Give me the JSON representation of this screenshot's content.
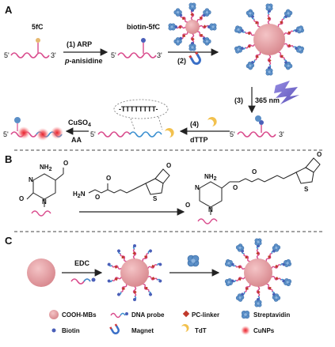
{
  "panels": {
    "a": "A",
    "b": "B",
    "c": "C"
  },
  "panel_a": {
    "start_label": "5fC",
    "biotin_label": "biotin-5fC",
    "end5": "5'",
    "end3": "3'",
    "step1_label": "(1) ARP",
    "step1_reagent_prefix": "p",
    "step1_reagent_suffix": "-anisidine",
    "step2_label": "(2)",
    "step3_label": "(3)",
    "step3_wavelength": "365 nm",
    "step4_label": "(4)",
    "step4_reagent": "dTTP",
    "poly_t": "-TTTTTTTT-",
    "step5_reagent_top": "CuSO",
    "step5_reagent_sub": "4",
    "step5_reagent_bottom": "AA"
  },
  "panel_b": {
    "atoms": {
      "n": "N",
      "nh2": "NH",
      "nh2_sub": "2",
      "o": "O",
      "h": "H",
      "s": "S",
      "h2n": "H",
      "h2n_sub": "2",
      "h2n_n": "N"
    }
  },
  "panel_c": {
    "edc_label": "EDC"
  },
  "legend": {
    "items": [
      {
        "key": "cooh_mbs",
        "label": "COOH-MBs"
      },
      {
        "key": "dna_probe",
        "label": "DNA probe"
      },
      {
        "key": "pc_linker",
        "label": "PC-linker"
      },
      {
        "key": "streptavidin",
        "label": "Streptavidin"
      },
      {
        "key": "biotin",
        "label": "Biotin"
      },
      {
        "key": "magnet",
        "label": "Magnet"
      },
      {
        "key": "tdt",
        "label": "TdT"
      },
      {
        "key": "cunps",
        "label": "CuNPs"
      }
    ]
  },
  "colors": {
    "bead": "#e8a2a6",
    "bead_dark": "#d98a90",
    "dna_pink": "#d94a8c",
    "dna_blue": "#3a8fd0",
    "biotin": "#4a5fb8",
    "fc_dot": "#e6b870",
    "streptavidin": "#5b8fc7",
    "tdt": "#f2c14e",
    "cunp": "#e8202a",
    "pc_linker": "#c0392b",
    "light": "#6a5acd"
  }
}
